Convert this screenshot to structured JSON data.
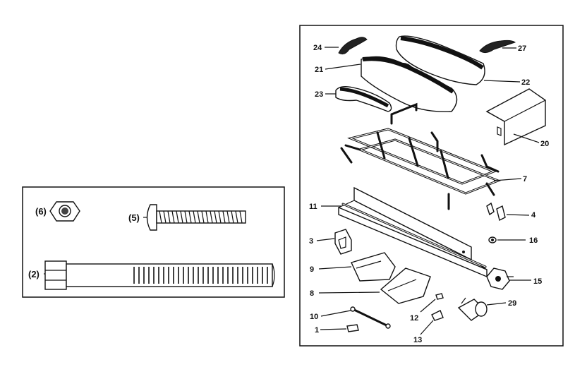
{
  "left_panel": {
    "labels": [
      {
        "id": "nut",
        "text": "(6)"
      },
      {
        "id": "screw",
        "text": "(5)"
      },
      {
        "id": "bolt",
        "text": "(2)"
      }
    ]
  },
  "right_panel": {
    "labels": [
      {
        "id": "p24",
        "text": "24"
      },
      {
        "id": "p27",
        "text": "27"
      },
      {
        "id": "p21",
        "text": "21"
      },
      {
        "id": "p22",
        "text": "22"
      },
      {
        "id": "p23",
        "text": "23"
      },
      {
        "id": "p20",
        "text": "20"
      },
      {
        "id": "p7",
        "text": "7"
      },
      {
        "id": "p11",
        "text": "11"
      },
      {
        "id": "p4",
        "text": "4"
      },
      {
        "id": "p3",
        "text": "3"
      },
      {
        "id": "p16",
        "text": "16"
      },
      {
        "id": "p9",
        "text": "9"
      },
      {
        "id": "p15",
        "text": "15"
      },
      {
        "id": "p8",
        "text": "8"
      },
      {
        "id": "p29",
        "text": "29"
      },
      {
        "id": "p10",
        "text": "10"
      },
      {
        "id": "p12",
        "text": "12"
      },
      {
        "id": "p1",
        "text": "1"
      },
      {
        "id": "p13",
        "text": "13"
      }
    ]
  }
}
